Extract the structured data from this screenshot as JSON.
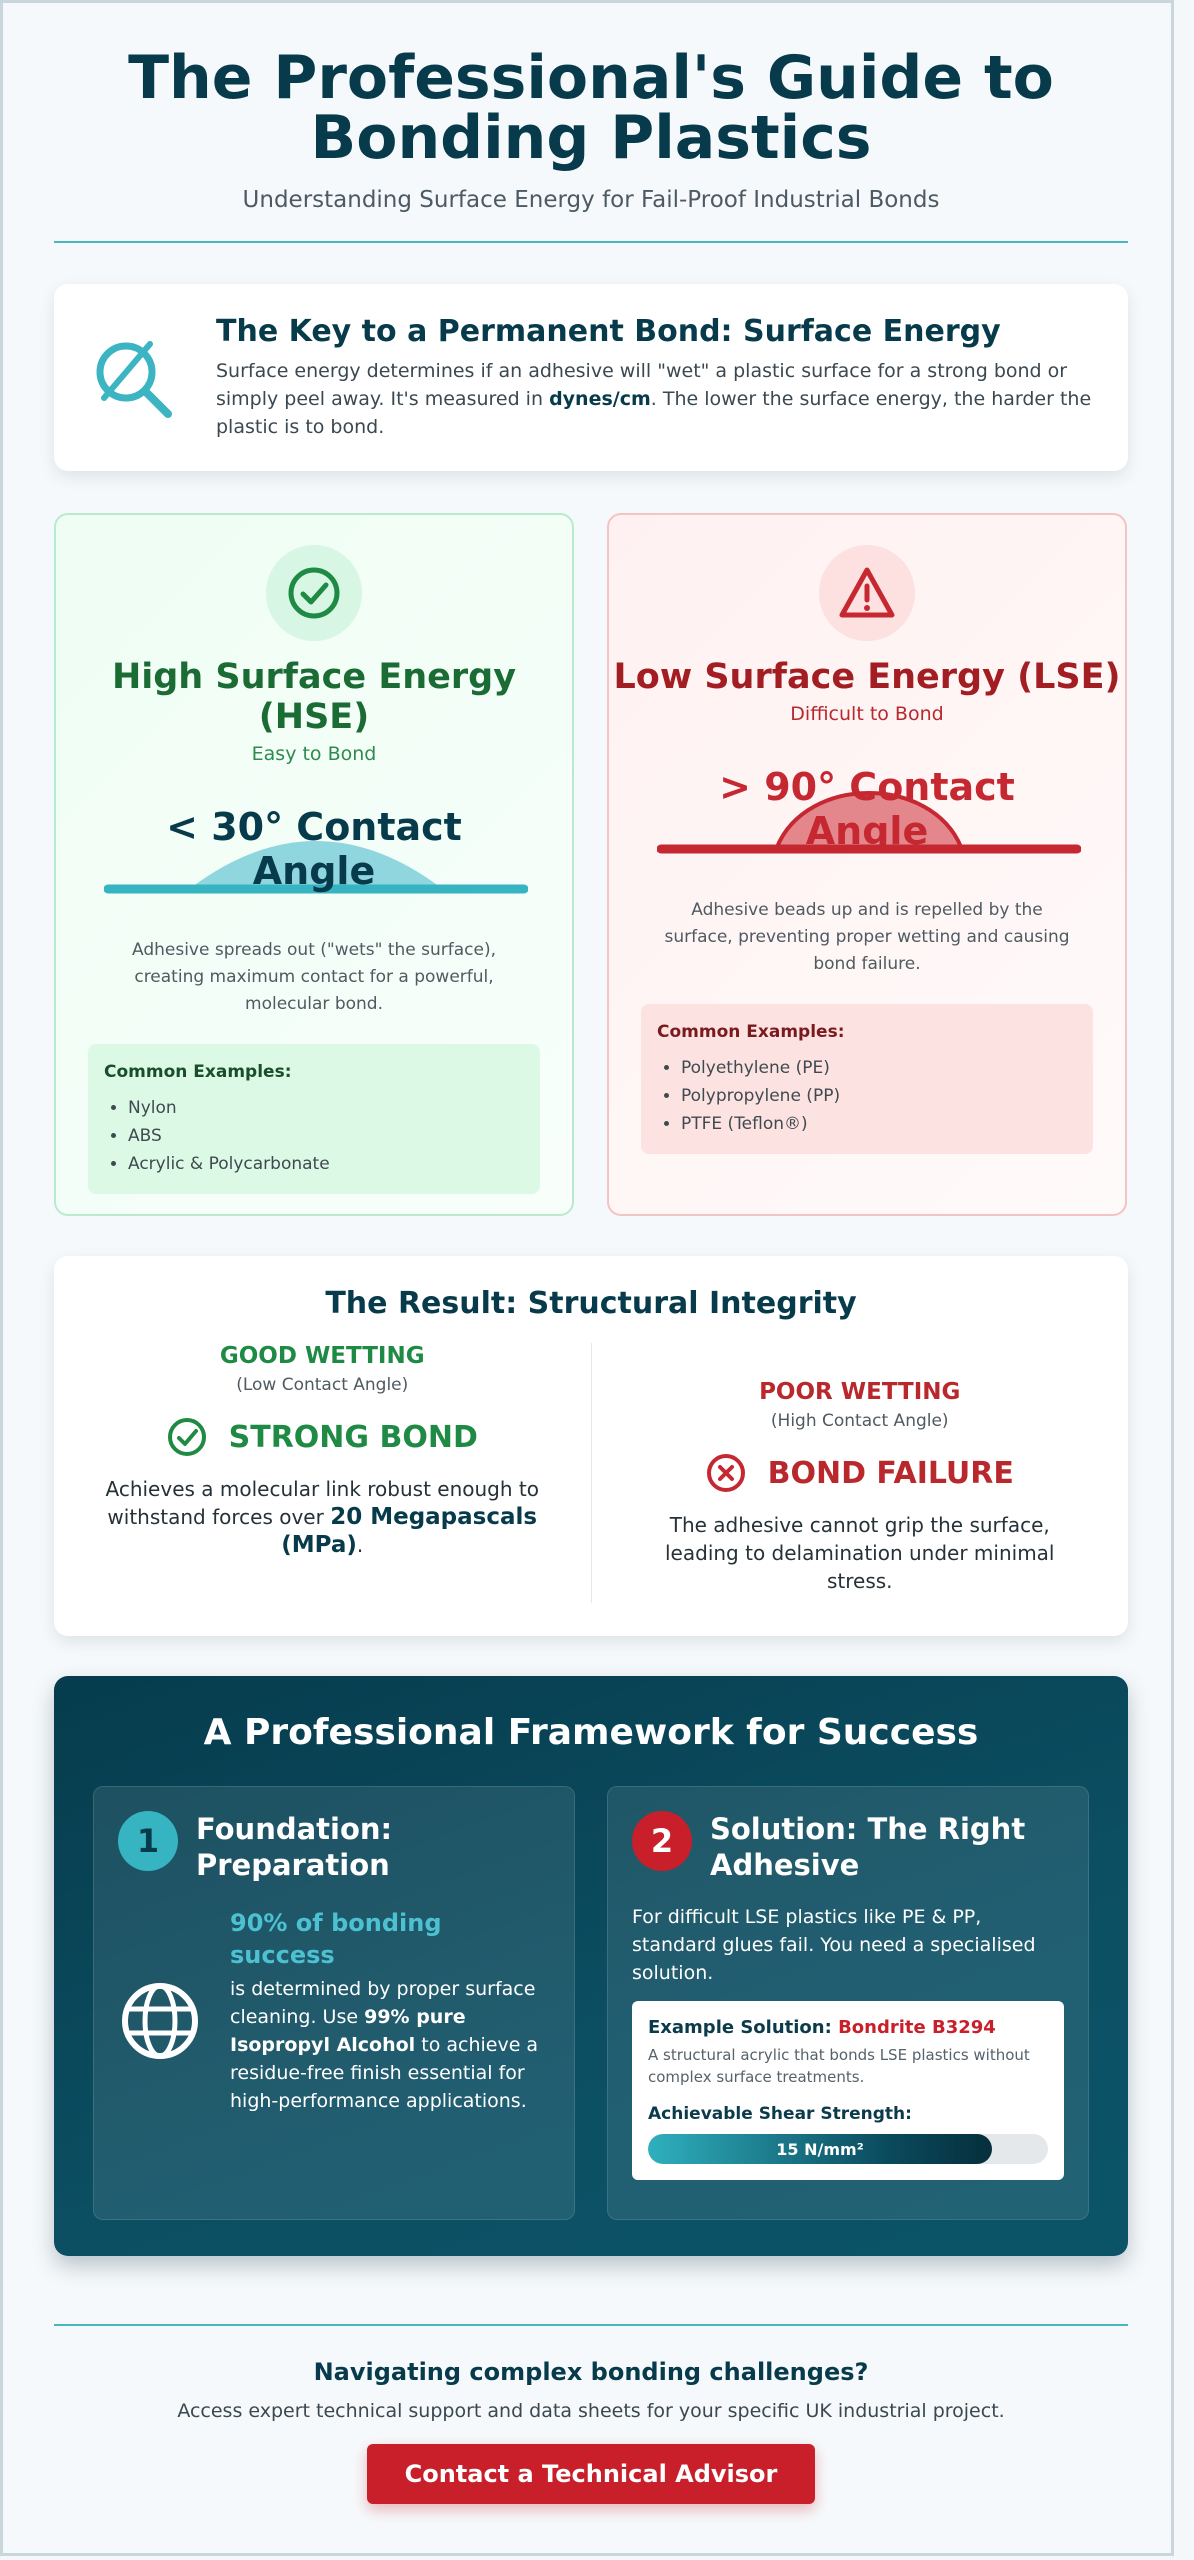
{
  "header": {
    "title_line1": "The Professional's Guide to",
    "title_line2": "Bonding Plastics",
    "subtitle": "Understanding Surface Energy for Fail-Proof Industrial Bonds"
  },
  "key": {
    "icon": "magnifier-icon",
    "heading": "The Key to a Permanent Bond: Surface Energy",
    "text_before": "Surface energy determines if an adhesive will \"wet\" a plastic surface for a strong bond or simply peel away. It's measured in ",
    "unit": "dynes/cm",
    "text_after": ". The lower the surface energy, the harder the plastic is to bond."
  },
  "hse": {
    "icon": "check-circle-icon",
    "title": "High Surface Energy (HSE)",
    "tag": "Easy to Bond",
    "angle": "< 30° Contact Angle",
    "desc": "Adhesive spreads out (\"wets\" the surface), creating maximum contact for a powerful, molecular bond.",
    "examples_title": "Common Examples:",
    "examples": [
      "Nylon",
      "ABS",
      "Acrylic & Polycarbonate"
    ],
    "color": "#1b6b34"
  },
  "lse": {
    "icon": "warning-triangle-icon",
    "title": "Low Surface Energy (LSE)",
    "tag": "Difficult to Bond",
    "angle": "> 90° Contact Angle",
    "desc": "Adhesive beads up and is repelled by the surface, preventing proper wetting and causing bond failure.",
    "examples_title": "Common Examples:",
    "examples": [
      "Polyethylene (PE)",
      "Polypropylene (PP)",
      "PTFE (Teflon®)"
    ],
    "color": "#a31e23"
  },
  "result": {
    "heading": "The Result: Structural Integrity",
    "good": {
      "label": "GOOD WETTING",
      "sub": "(Low Contact Angle)",
      "bond": "STRONG BOND",
      "text_before": "Achieves a molecular link robust enough to withstand forces over ",
      "highlight": "20 Megapascals (MPa)",
      "text_after": "."
    },
    "poor": {
      "label": "POOR WETTING",
      "sub": "(High Contact Angle)",
      "bond": "BOND FAILURE",
      "text": "The adhesive cannot grip the surface, leading to delamination under minimal stress."
    }
  },
  "framework": {
    "heading": "A Professional Framework for Success",
    "step1": {
      "num": "1",
      "title": "Foundation: Preparation",
      "icon": "globe-icon",
      "big": "90% of bonding success",
      "text_before": "is determined by proper surface cleaning. Use ",
      "strong": "99% pure Isopropyl Alcohol",
      "text_after": " to achieve a residue-free finish essential for high-performance applications."
    },
    "step2": {
      "num": "2",
      "title": "Solution: The Right Adhesive",
      "intro": "For difficult LSE plastics like PE & PP, standard glues fail. You need a specialised solution.",
      "example_label": "Example Solution: ",
      "product": "Bondrite B3294",
      "note": "A structural acrylic that bonds LSE plastics without complex surface treatments.",
      "strength_label": "Achievable Shear Strength:",
      "strength_value": "15 N/mm²",
      "strength_fraction": 0.86
    }
  },
  "cta": {
    "heading": "Navigating complex bonding challenges?",
    "text": "Access expert technical support and data sheets for your specific UK industrial project.",
    "button": "Contact a Technical Advisor"
  }
}
